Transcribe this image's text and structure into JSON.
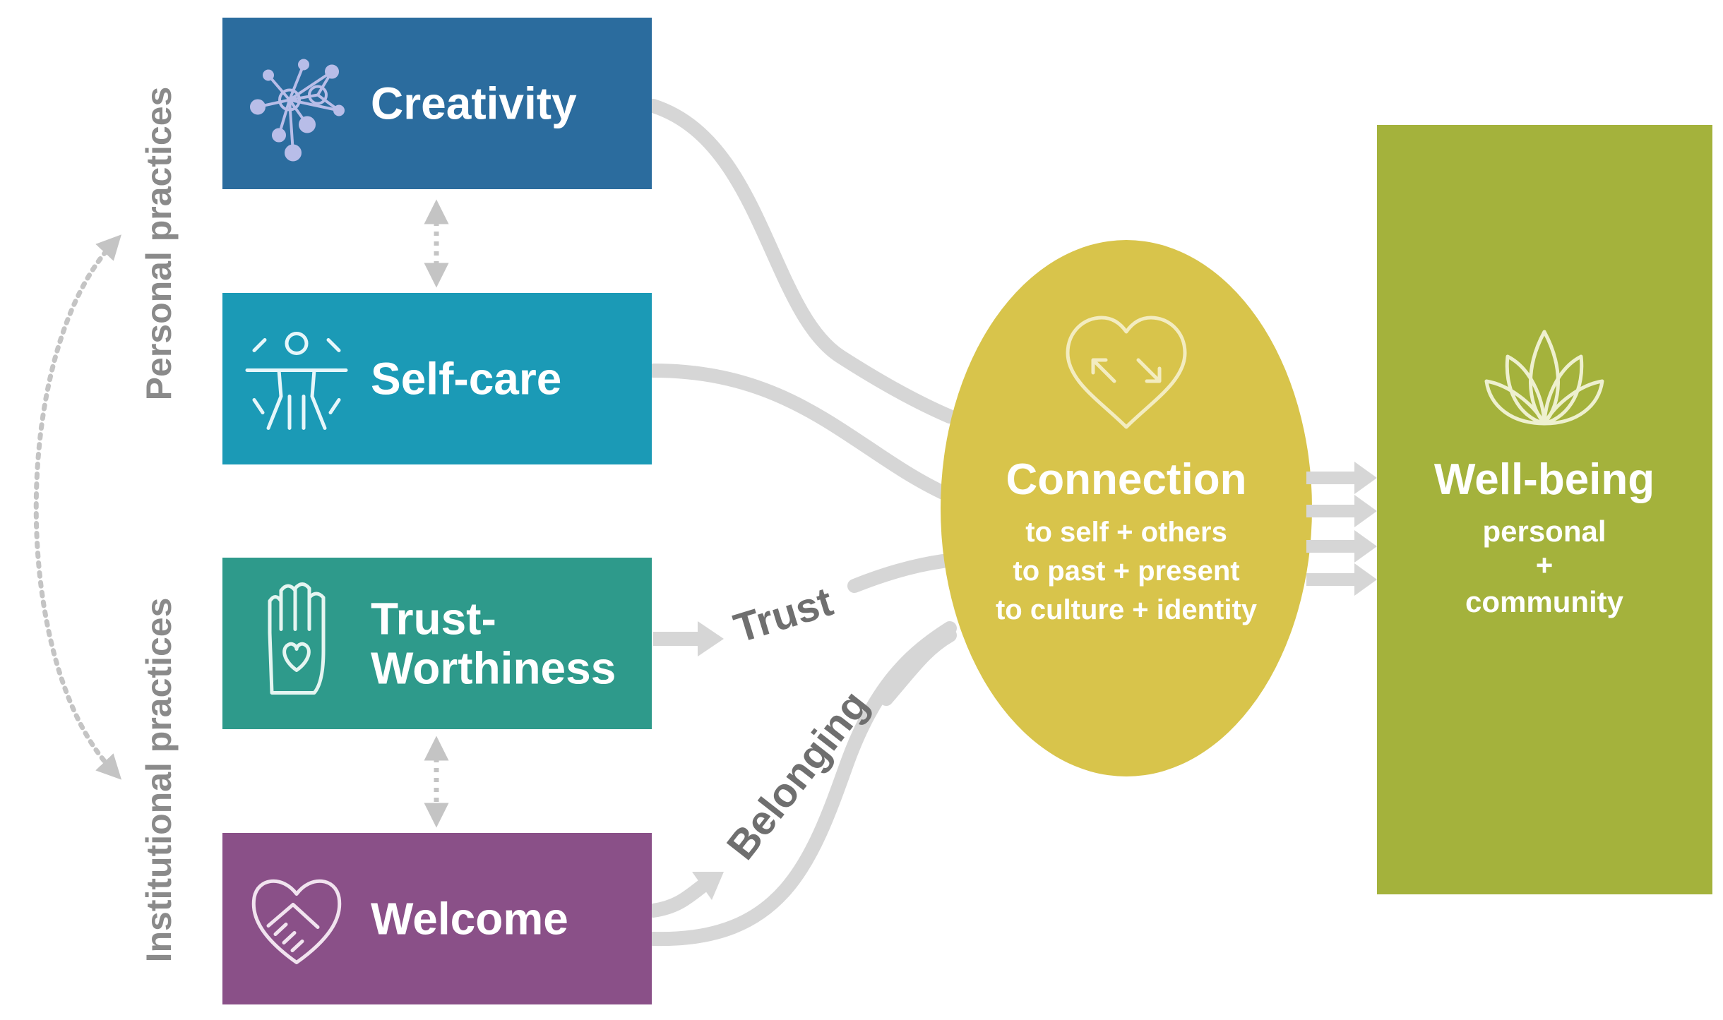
{
  "side_labels": {
    "personal": "Personal practices",
    "institutional": "Institutional practices"
  },
  "boxes": [
    {
      "id": "creativity",
      "lines": [
        "Creativity"
      ],
      "icon": "network-icon",
      "color": "#2b6c9e"
    },
    {
      "id": "self-care",
      "lines": [
        "Self-care"
      ],
      "icon": "person-stretch-icon",
      "color": "#1b9ab6"
    },
    {
      "id": "trust-worthiness",
      "lines": [
        "Trust-",
        "Worthiness"
      ],
      "icon": "hand-heart-icon",
      "color": "#2e9a8b"
    },
    {
      "id": "welcome",
      "lines": [
        "Welcome"
      ],
      "icon": "handshake-heart-icon",
      "color": "#8a5088"
    }
  ],
  "flow_labels": {
    "trust": "Trust",
    "belonging": "Belonging"
  },
  "connection": {
    "title": "Connection",
    "lines": [
      "to self + others",
      "to past + present",
      "to culture + identity"
    ],
    "icon": "heart-arrows-icon",
    "color": "#d8c44b"
  },
  "wellbeing": {
    "title": "Well-being",
    "lines": [
      "personal",
      "+",
      "community"
    ],
    "icon": "lotus-icon",
    "color": "#a4b23c"
  },
  "colors": {
    "flow": "#d6d6d6",
    "dots": "#c4c4c4",
    "side_text": "#8a8a8a",
    "flow_text": "#6f6f6f"
  }
}
